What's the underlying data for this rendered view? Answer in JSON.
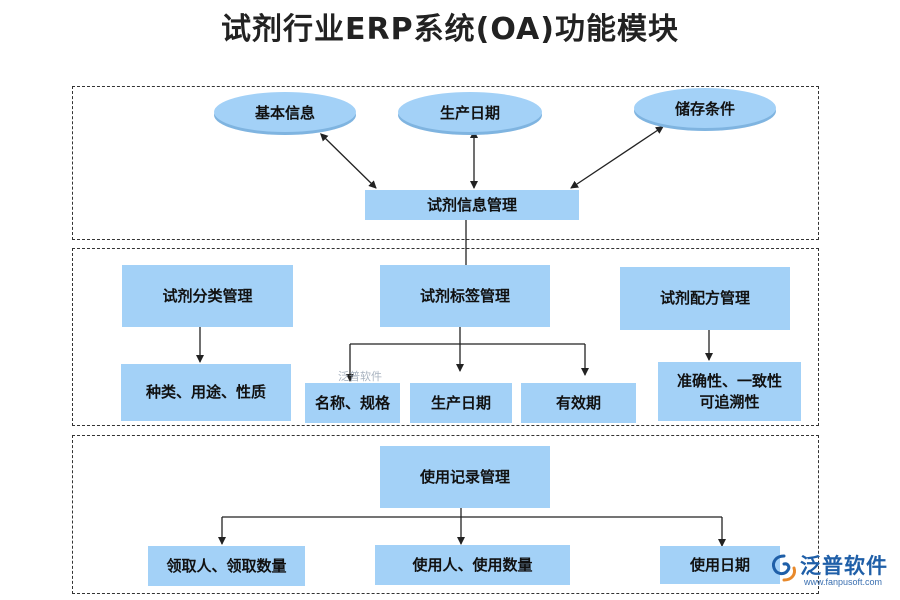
{
  "title": "试剂行业ERP系统(OA)功能模块",
  "top_section": {
    "ellipses": [
      "基本信息",
      "生产日期",
      "储存条件"
    ],
    "center": "试剂信息管理"
  },
  "middle_section": {
    "classify": {
      "title": "试剂分类管理",
      "child": "种类、用途、性质"
    },
    "label": {
      "title": "试剂标签管理",
      "children": [
        "名称、规格",
        "生产日期",
        "有效期"
      ]
    },
    "formula": {
      "title": "试剂配方管理",
      "child": "准确性、一致性\n可追溯性"
    }
  },
  "bottom_section": {
    "title": "使用记录管理",
    "children": [
      "领取人、领取数量",
      "使用人、使用数量",
      "使用日期"
    ]
  },
  "watermark": "泛普软件",
  "logo": {
    "name": "泛普软件",
    "url": "www.fanpusoft.com"
  },
  "colors": {
    "box_fill": "#a3d1f7",
    "line": "#222222",
    "logo_blue": "#1f5fa8"
  }
}
